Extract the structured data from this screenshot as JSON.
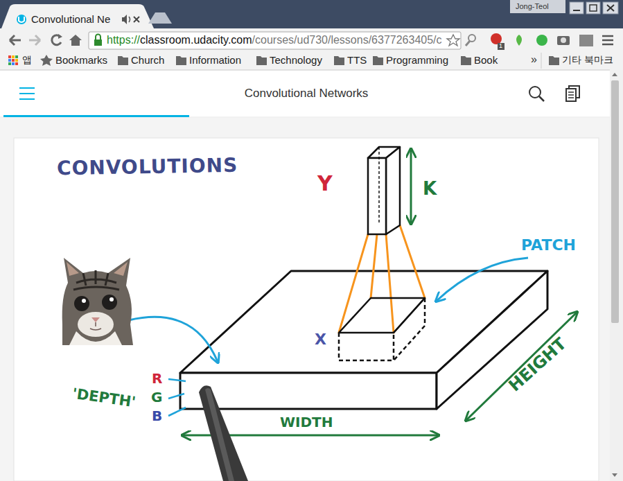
{
  "diagram": {
    "title": "CONVOLUTIONS",
    "nodes": [
      {
        "text": [
          "Y"
        ]
      },
      {
        "text": [
          "X"
        ]
      }
    ],
    "edges": [
      {
        "from": 0,
        "to": 1,
        "arrow": "none"
      }
    ],
    "labels": [
      "Jong-Teol",
      "Convolutional Ne",
      "https://",
      "classroom.udacity.com",
      "/courses/ud730/lessons/6377263405/c",
      "1",
      "앱",
      "Bookmarks",
      "Church",
      "Information",
      "Technology",
      "TTS",
      "Programming",
      "Book",
      "»",
      "기타 북마크",
      "Convolutional Networks",
      "K",
      "PATCH",
      "'DEPTH'",
      "R",
      "G",
      "B",
      "WIDTH",
      "HEIGHT"
    ]
  }
}
